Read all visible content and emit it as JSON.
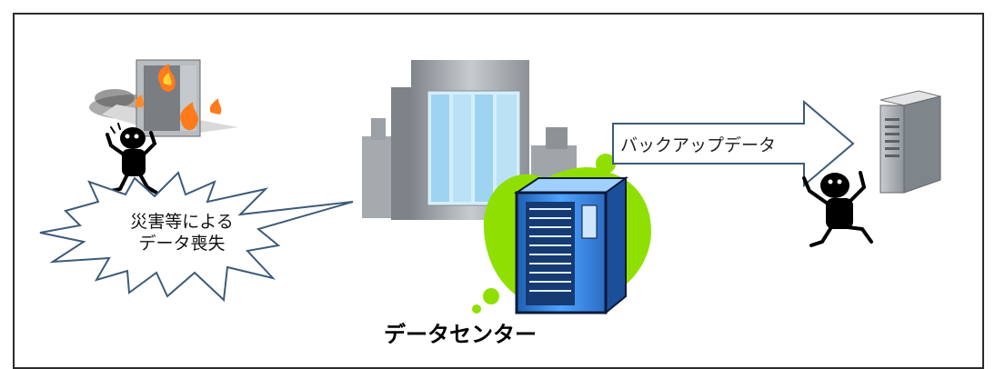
{
  "labels": {
    "disaster_line1": "災害等による",
    "disaster_line2": "データ喪失",
    "backup": "バックアップデータ",
    "datacenter": "データセンター"
  },
  "colors": {
    "border": "#2b2b2b",
    "green_blob": "#8fe000",
    "server_blue": "#2f7fd8",
    "building_gray": "#9aa0a6",
    "window_blue": "#bfe3f7",
    "fire_orange": "#ff7a1a",
    "arrow_outline": "#3d5b78"
  },
  "icons": {
    "burning_server": "burning-server-icon",
    "panicked_person_left": "panicked-person-icon",
    "office_building": "office-building-icon",
    "datacenter_rack": "server-rack-icon",
    "backup_server": "backup-server-icon",
    "happy_person_right": "cheering-person-icon"
  }
}
